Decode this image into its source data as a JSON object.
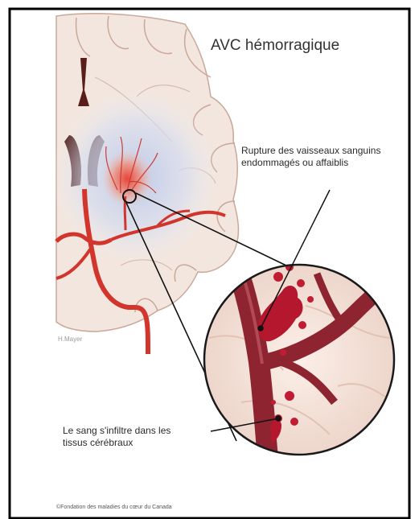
{
  "title": "AVC hémorragique",
  "labels": {
    "rupture_line1": "Rupture des vaisseaux sanguins",
    "rupture_line2": "endommagés ou affaiblis",
    "blood_line1": "Le sang s'infiltre dans les",
    "blood_line2": "tissus cérébraux"
  },
  "credits": {
    "artist": "H.Mayer",
    "copyright": "©Fondation des maladies du cœur du Canada"
  },
  "colors": {
    "brain_tissue": "#f1e4dc",
    "brain_outline": "#c9a89a",
    "hemorrhage_glow": "#cdd8ee",
    "artery": "#d1352b",
    "vessel_zoom": "#8f2431",
    "blood_clot": "#b5182e",
    "frame": "#000000"
  }
}
